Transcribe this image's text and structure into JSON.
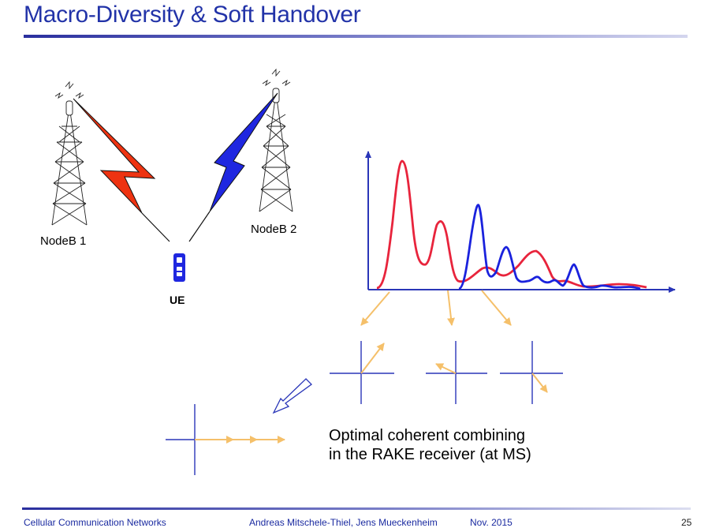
{
  "slide": {
    "title": "Macro-Diversity & Soft Handover",
    "nodeb1_label": "NodeB 1",
    "nodeb2_label": "NodeB 2",
    "ue_label": "UE",
    "combining_text_line1": "Optimal coherent combining",
    "combining_text_line2": "in the RAKE receiver (at MS)"
  },
  "footer": {
    "course": "Cellular Communication Networks",
    "authors": "Andreas Mitschele-Thiel, Jens Mueckenheim",
    "date": "Nov. 2015",
    "page": "25"
  },
  "colors": {
    "title": "#2233a8",
    "link_nodeb1": "#ee3311",
    "link_nodeb2": "#1f27e0",
    "profile_red": "#e8243c",
    "profile_blue": "#1a22dd",
    "finger_arrow": "#f5c06a",
    "axes": "#2a36b8"
  }
}
